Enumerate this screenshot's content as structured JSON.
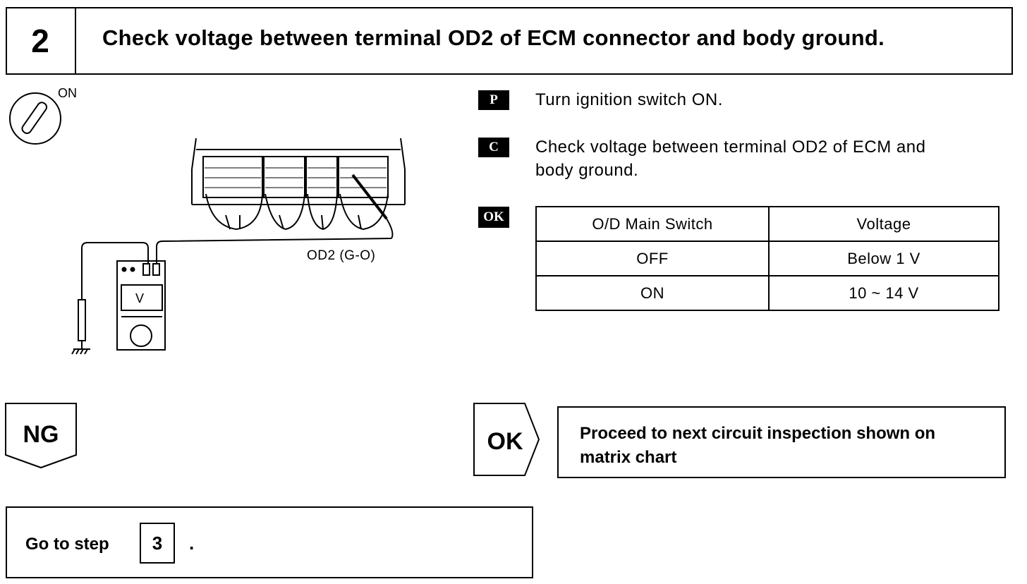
{
  "header": {
    "step_number": "2",
    "title": "Check voltage between terminal OD2 of ECM connector and body ground."
  },
  "figure": {
    "ignition_label": "ON",
    "wire_label": "OD2 (G-O)",
    "meter_label": "V"
  },
  "instructions": [
    {
      "tag": "P",
      "text": "Turn ignition switch ON."
    },
    {
      "tag": "C",
      "lines": [
        "Check voltage between terminal OD2 of ECM and",
        "body ground."
      ]
    },
    {
      "tag": "OK"
    }
  ],
  "table": {
    "headers": [
      "O/D Main Switch",
      "Voltage"
    ],
    "rows": [
      [
        "OFF",
        "Below 1 V"
      ],
      [
        "ON",
        "10 ~ 14 V"
      ]
    ]
  },
  "results": {
    "ng_label": "NG",
    "ok_label": "OK",
    "ok_text_lines": [
      "Proceed to next circuit inspection shown on",
      "matrix chart"
    ],
    "go_to_text": "Go to step",
    "go_to_step": "3",
    "go_to_suffix": "."
  }
}
